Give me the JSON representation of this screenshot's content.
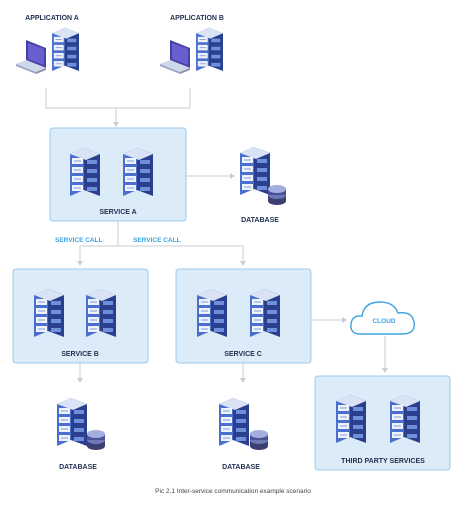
{
  "labels": {
    "app_a": "APPLICATION A",
    "app_b": "APPLICATION B",
    "service_a": "SERVICE A",
    "service_b": "SERVICE B",
    "service_c": "SERVICE C",
    "database_a": "DATABASE",
    "database_b": "DATABASE",
    "database_c": "DATABASE",
    "service_call_left": "SERVICE CALL",
    "service_call_right": "SERVICE CALL",
    "cloud": "CLOUD",
    "third_party": "THIRD PARTY SERVICES"
  },
  "caption": "Pic 2.1 Inter-service communication example scenario",
  "colors": {
    "box_fill": "#dcebf8",
    "box_stroke": "#9ccbee",
    "accent": "#3aa3e0",
    "label": "#1f2f4f",
    "connector": "#c8cdd3"
  },
  "icons": {
    "laptop": "laptop-icon",
    "server": "server-rack-icon",
    "database": "database-stack-icon",
    "cloud": "cloud-icon"
  }
}
